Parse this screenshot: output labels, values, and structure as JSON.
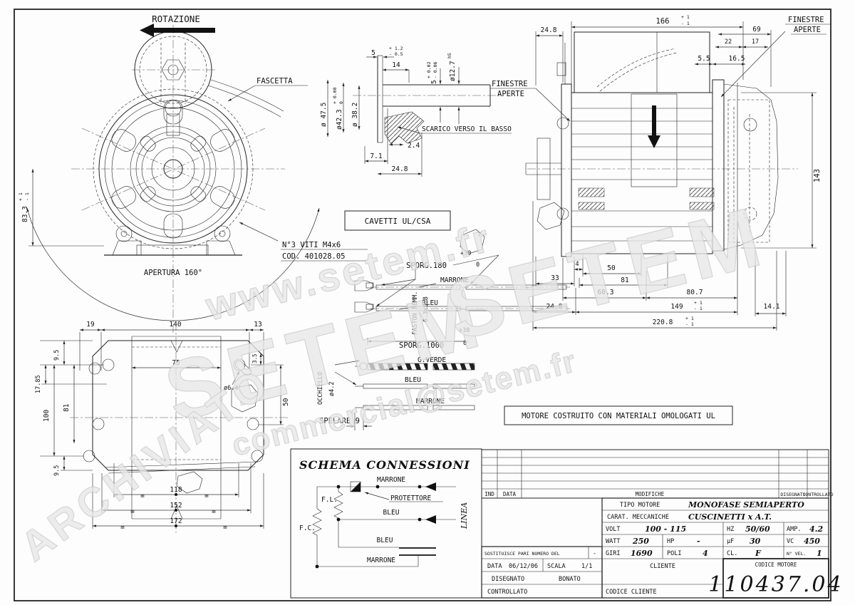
{
  "watermarks": {
    "www": "www.setem.fr",
    "setem_a": "SETEM",
    "setem_b": "SETEM",
    "email": "commercial@setem.fr",
    "archiviato": "ARCHIVIATO"
  },
  "front": {
    "rotazione": "ROTAZIONE",
    "fascetta": "FASCETTA",
    "apertura": "APERTURA 160°",
    "d833": "83.3",
    "d833_p": "+ 1",
    "d833_m": "- 1",
    "viti": "N°3 VITI M4x6",
    "cod": "COD. 401028.05"
  },
  "shaft": {
    "d5a": "5",
    "d5a_p": "+ 1.2",
    "d5a_m": "- 0.5",
    "d14": "14",
    "d5b": "5",
    "d5b_p": "+ 0.02",
    "d5b_m": "- 0.06",
    "d127": "ø12.7",
    "d127_suf": "h5",
    "d475": "ø 47.5",
    "d423": "ø42.3",
    "d423_p": "+ 0.08",
    "d423_z": "0",
    "d382": "ø 38.2",
    "scarico": "SCARICO VERSO IL BASSO",
    "d24": "2.4",
    "d71": "7.1",
    "d248": "24.8"
  },
  "side": {
    "d248": "24.8",
    "d166": "166",
    "d166_p": "+ 1",
    "d166_m": "- 1",
    "d69": "69",
    "d22": "22",
    "d17": "17",
    "d55": "5.5",
    "d165": "16.5",
    "d143": "143",
    "fin_l1": "FINESTRE",
    "fin_l2": "APERTE",
    "fin_r1": "FINESTRE",
    "fin_r2": "APERTE",
    "d4": "4",
    "d50": "50",
    "d33": "33",
    "d81": "81",
    "d683": "68.3",
    "d807": "80.7",
    "d248b": "24.8",
    "d149": "149",
    "d149_p": "+ 1",
    "d149_m": "- 1",
    "d141": "14.1",
    "d2208": "220.8",
    "d2208_p": "+ 1",
    "d2208_m": "- 1"
  },
  "plate": {
    "d19": "19",
    "d140": "140",
    "d13": "13",
    "d95a": "9.5",
    "d1785": "17.85",
    "d100": "100",
    "d81": "81",
    "d75": "75",
    "d64": "ø6.4",
    "d35": "3.5",
    "d50": "50",
    "d95b": "9.5",
    "d118": "118",
    "d152": "152",
    "d172": "172",
    "eq": "="
  },
  "cables": {
    "cavetti": "CAVETTI UL/CSA",
    "faston": "FASTON FEMM.",
    "faston_size": "6.3x0.8",
    "sporg180": "SPORG.180",
    "p30a": "+30",
    "z0a": "0",
    "marrone1": "MARRONE",
    "bleu1": "BLEU",
    "p30b": "+30",
    "sporg1000": "SPORG.1000",
    "z0b": "0",
    "gverde": "G.VERDE",
    "bleu2": "BLEU",
    "marrone2": "MARRONE",
    "occhiello": "OCCHIELLO",
    "occ_d": "ø4.2",
    "spelare": "SPELARE 9"
  },
  "ul_note": "MOTORE COSTRUITO CON MATERIALI OMOLOGATI UL",
  "schema": {
    "title": "SCHEMA CONNESSIONI",
    "marrone_top": "MARRONE",
    "protettore": "PROTETTORE",
    "fl": "F.L.",
    "fc": "F.C.",
    "bleu_mid": "BLEU",
    "bleu_low": "BLEU",
    "marrone_bot": "MARRONE",
    "linea": "LINEA"
  },
  "revisions": {
    "ind": "IND",
    "data": "DATA",
    "modifiche": "MODIFICHE",
    "disegnato": "DISEGNATO",
    "controllato": "CONTROLLATO"
  },
  "tb": {
    "tipo_label": "TIPO MOTORE",
    "tipo_value": "MONOFASE SEMIAPERTO",
    "carat_label": "CARAT. MECCANICHE",
    "carat_value": "CUSCINETTI x A.T.",
    "volt_label": "VOLT",
    "volt_value": "100 - 115",
    "hz_label": "HZ",
    "hz_value": "50/60",
    "amp_label": "AMP.",
    "amp_value": "4.2",
    "watt_label": "WATT",
    "watt_value": "250",
    "hp_label": "HP",
    "hp_value": "-",
    "uf_label": "µF",
    "uf_value": "30",
    "vc_label": "VC",
    "vc_value": "450",
    "sost_label": "SOSTITUISCE PARI NUMERO DEL",
    "sost_value": "-",
    "giri_label": "GIRI",
    "giri_value": "1690",
    "poli_label": "POLI",
    "poli_value": "4",
    "cl_label": "CL.",
    "cl_value": "F",
    "nvel_label": "N° VEL.",
    "nvel_value": "1",
    "data_label": "DATA",
    "data_value": "06/12/06",
    "scala_label": "SCALA",
    "scala_value": "1/1",
    "disegnato_label": "DISEGNATO",
    "disegnato_value": "BONATO",
    "controllato_label": "CONTROLLATO",
    "cliente_label": "CLIENTE",
    "codice_cliente_label": "CODICE CLIENTE",
    "codice_motore_label": "CODICE MOTORE",
    "codice_motore_value": "110437.04"
  }
}
